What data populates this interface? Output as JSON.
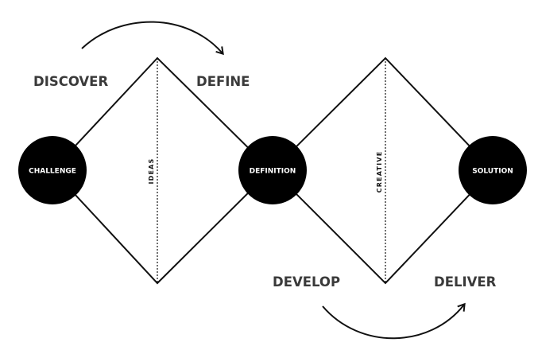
{
  "phases": {
    "discover": "DISCOVER",
    "define": "DEFINE",
    "develop": "DEVELOP",
    "deliver": "DELIVER"
  },
  "nodes": {
    "challenge": "CHALLENGE",
    "definition": "DEFINITION",
    "solution": "SOLUTION"
  },
  "axes": {
    "ideas": "IDEAS",
    "creative": "CREATIVE"
  },
  "colors": {
    "ink": "#111111",
    "node_fill": "#000000",
    "phase_text": "#3a3a3a",
    "background": "#ffffff"
  }
}
